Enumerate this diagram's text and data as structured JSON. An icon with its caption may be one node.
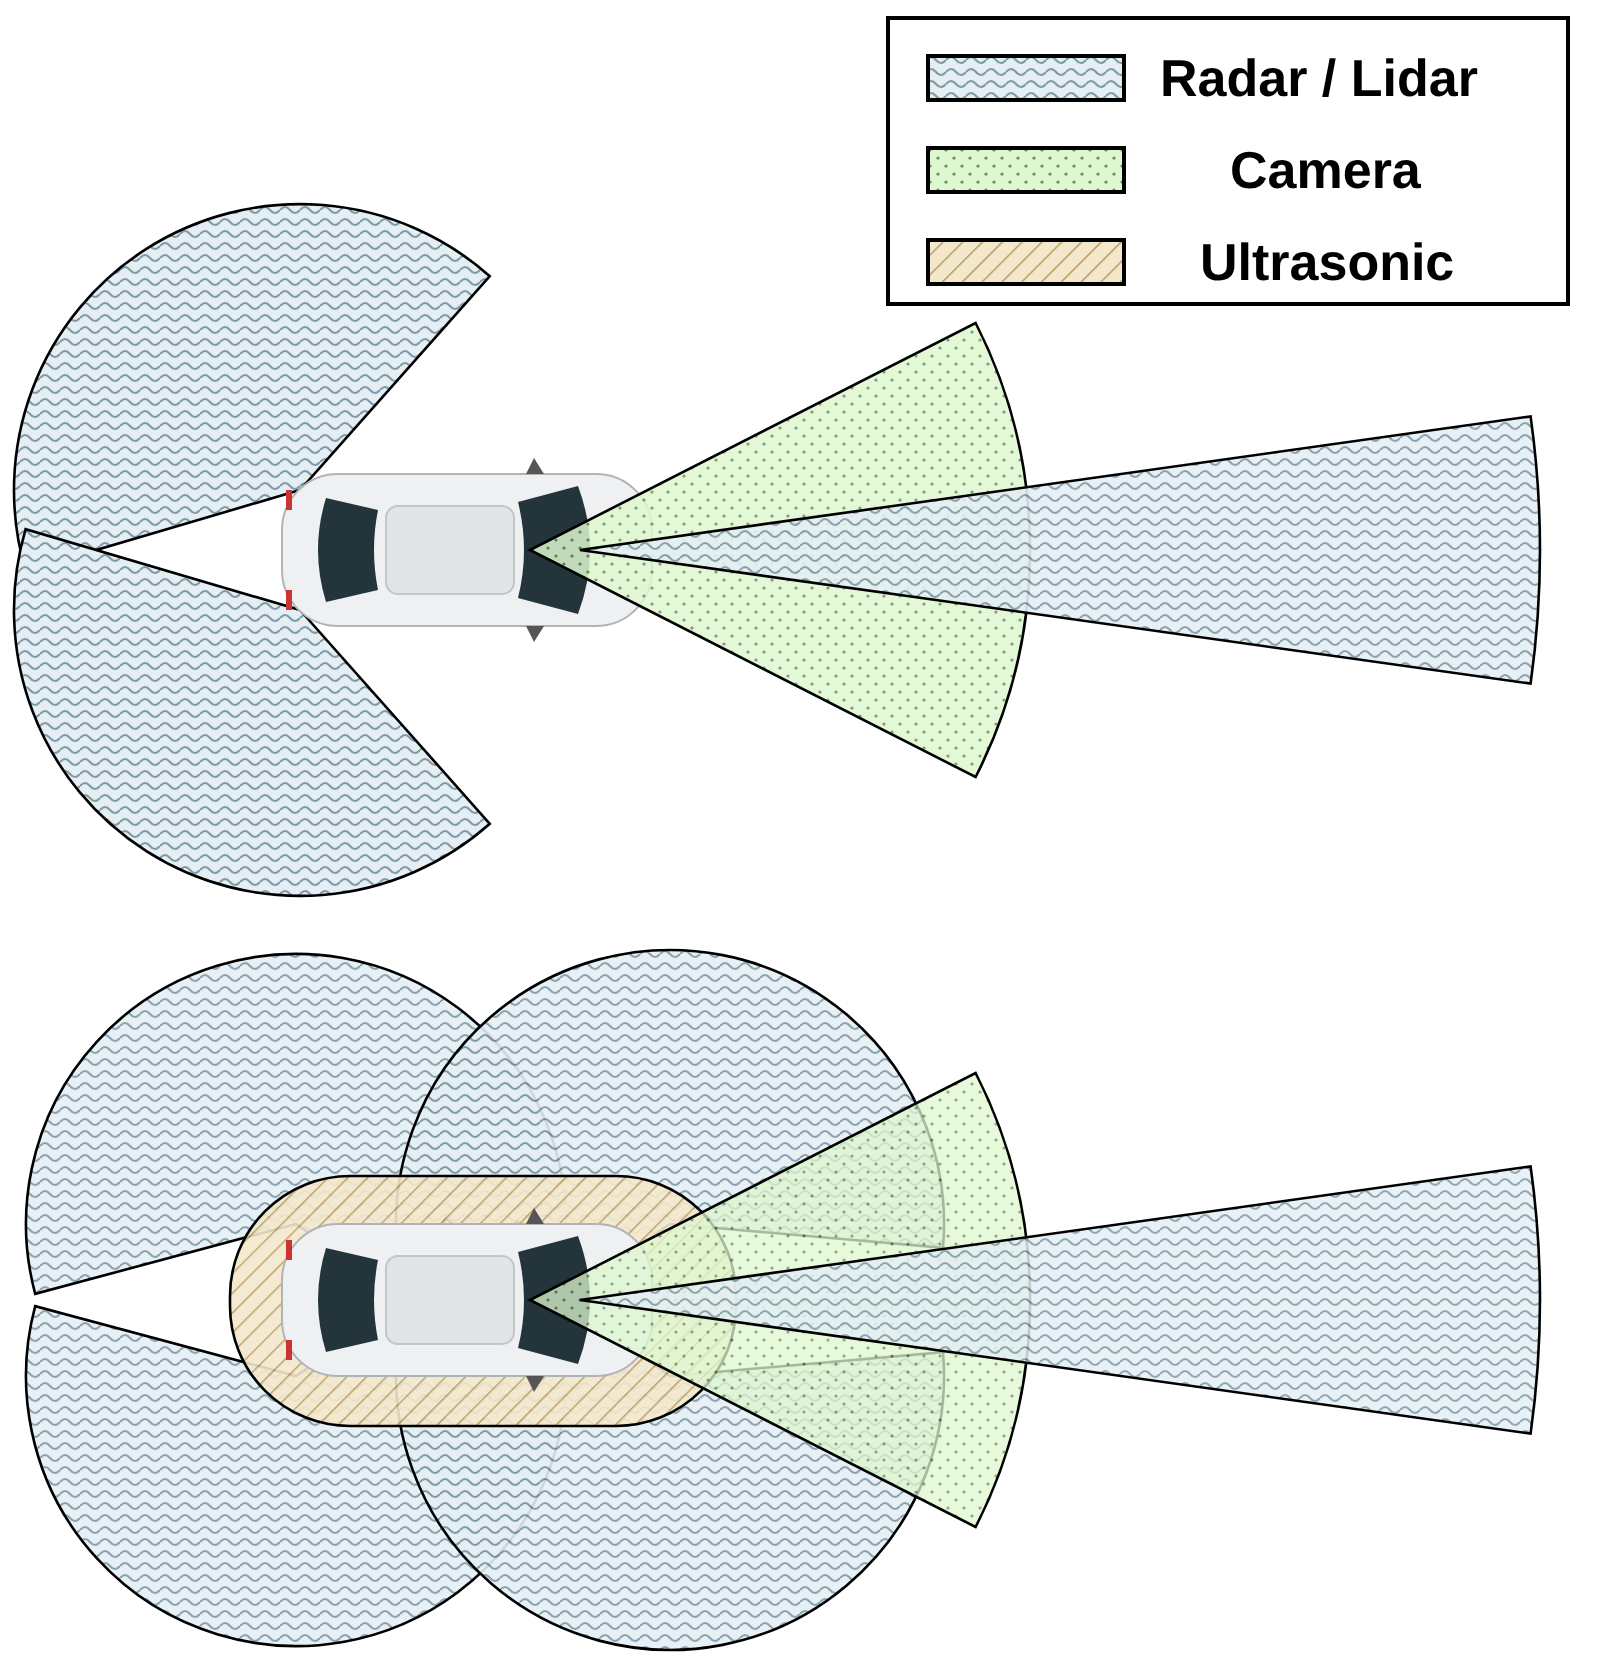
{
  "diagram": {
    "legend": [
      {
        "text": "Radar / Lidar"
      },
      {
        "text": "Camera"
      },
      {
        "text": "Ultrasonic"
      }
    ]
  }
}
